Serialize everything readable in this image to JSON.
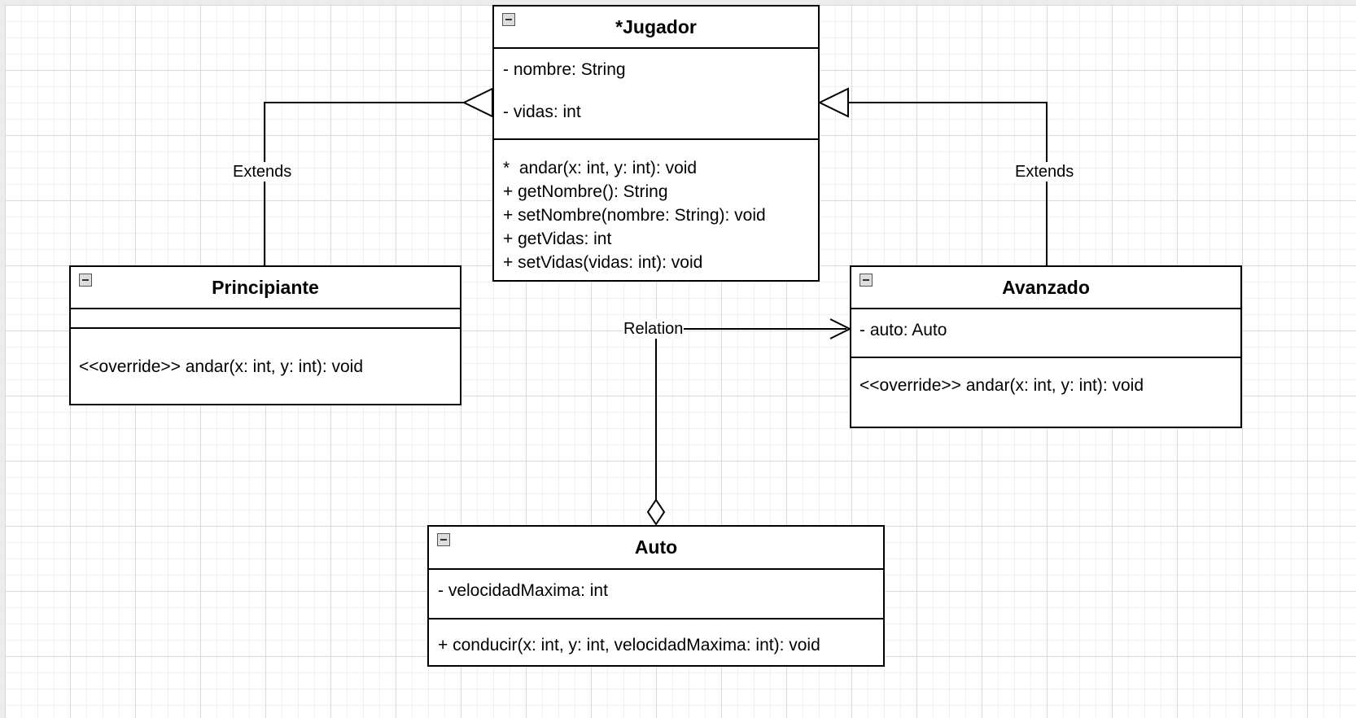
{
  "classes": {
    "jugador": {
      "name": "*Jugador",
      "attributes": [
        "- nombre: String",
        "- vidas: int"
      ],
      "methods": [
        "*  andar(x: int, y: int): void",
        "+ getNombre(): String",
        "+ setNombre(nombre: String): void",
        "+ getVidas: int",
        "+ setVidas(vidas: int): void"
      ]
    },
    "principiante": {
      "name": "Principiante",
      "attributes": [],
      "methods": [
        "<<override>> andar(x: int, y: int): void"
      ]
    },
    "avanzado": {
      "name": "Avanzado",
      "attributes": [
        "- auto: Auto"
      ],
      "methods": [
        "<<override>> andar(x: int, y: int): void"
      ]
    },
    "auto": {
      "name": "Auto",
      "attributes": [
        "- velocidadMaxima: int"
      ],
      "methods": [
        "+ conducir(x: int, y: int, velocidadMaxima: int): void"
      ]
    }
  },
  "edges": {
    "principiante_extends": "Extends",
    "avanzado_extends": "Extends",
    "auto_relation": "Relation"
  },
  "icons": {
    "collapse": "collapse-minus-icon"
  },
  "colors": {
    "line": "#000000",
    "grid_major": "#d9d9d9",
    "grid_minor": "#efefef"
  }
}
